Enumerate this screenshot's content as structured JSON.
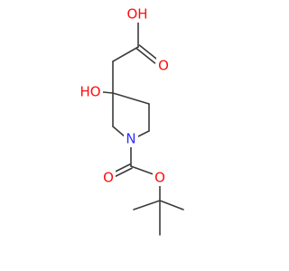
{
  "molecule": {
    "colors": {
      "bond": "#3b3b3b",
      "oxygen": "#ff0d0d",
      "nitrogen": "#2d2dff",
      "background": "#ffffff"
    },
    "labels": {
      "acid_oh": "OH",
      "acid_o": "O",
      "hydroxyl": "HO",
      "ring_n": "N",
      "carbamate_o": "O",
      "ester_o": "O"
    }
  }
}
